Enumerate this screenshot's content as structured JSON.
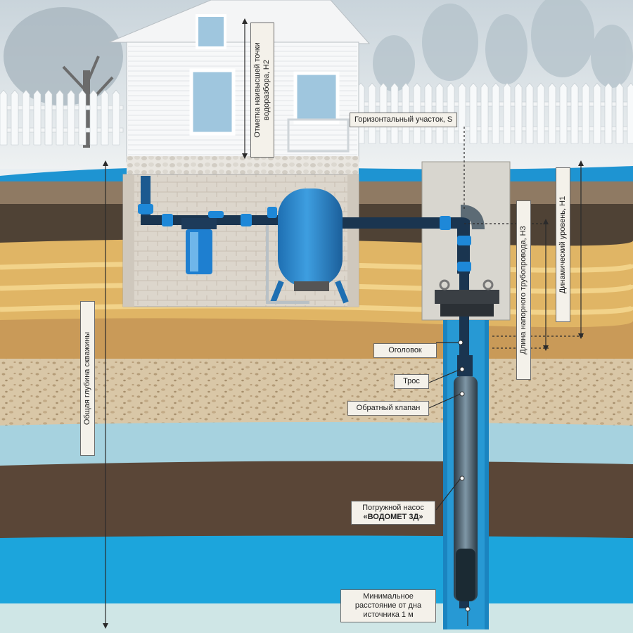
{
  "labels": {
    "horizontal_section": "Горизонтальный участок, S",
    "highest_point_line1": "Отметка наивысшей точки",
    "highest_point_line2": "водоразбора, H2",
    "pipe_length": "Длина напорного трубопровода, H3",
    "dynamic_level": "Динамический уровень, H1",
    "total_depth": "Общая глубина скважины",
    "well_head": "Оголовок",
    "cable": "Трос",
    "check_valve": "Обратный клапан",
    "pump_line1": "Погружной насос",
    "pump_line2": "«ВОДОМЕТ 3Д»",
    "min_dist_line1": "Минимальное",
    "min_dist_line2": "расстояние от дна",
    "min_dist_line3": "источника 1 м"
  },
  "colors": {
    "sky": "#dfe6ea",
    "water": "#1aa3d8",
    "pipe_blue": "#1e7fd0",
    "tank": "#2f86c8",
    "soil_dark": "#5b4a3b",
    "sand": "#e4b86a",
    "gravel": "#d8c4a2"
  }
}
